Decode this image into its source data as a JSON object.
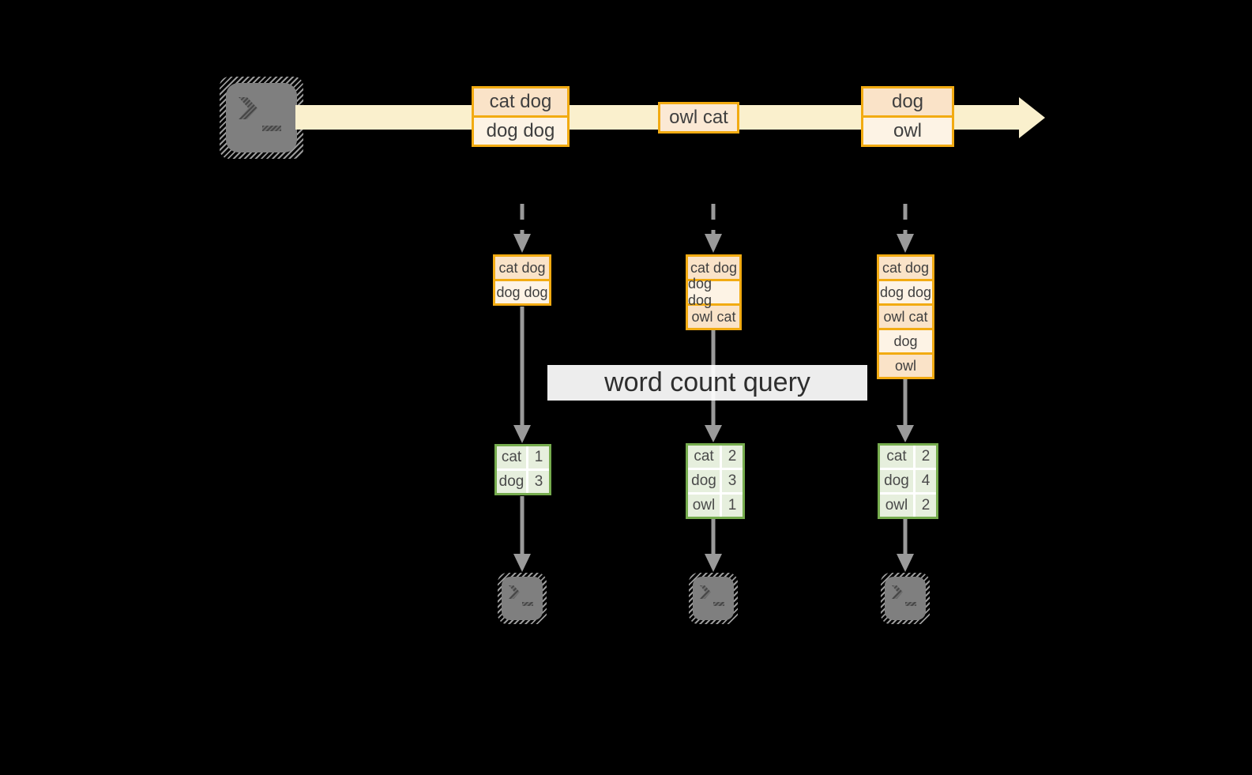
{
  "query_label": "word count query",
  "icons": {
    "source": "terminal-icon",
    "sink": "terminal-icon",
    "stream": "right-arrow",
    "flow": "down-arrow"
  },
  "colors": {
    "background": "#000000",
    "orange_border": "#F2AB12",
    "peach_fill": "#FAE3C8",
    "cream_fill": "#FDF3E5",
    "stream_band": "#FAF0CD",
    "green_border": "#76AC4E",
    "green_fill": "#E6EFDD",
    "connector_gray": "#9A9A9A",
    "text_dark": "#3F3F3F"
  },
  "stream": {
    "messages": [
      {
        "lines": [
          "cat dog",
          "dog dog"
        ]
      },
      {
        "lines": [
          "owl cat"
        ]
      },
      {
        "lines": [
          "dog",
          "owl"
        ]
      }
    ]
  },
  "columns": [
    {
      "buffer": [
        "cat dog",
        "dog dog"
      ],
      "counts": [
        {
          "word": "cat",
          "count": "1"
        },
        {
          "word": "dog",
          "count": "3"
        }
      ]
    },
    {
      "buffer": [
        "cat dog",
        "dog dog",
        "owl cat"
      ],
      "counts": [
        {
          "word": "cat",
          "count": "2"
        },
        {
          "word": "dog",
          "count": "3"
        },
        {
          "word": "owl",
          "count": "1"
        }
      ]
    },
    {
      "buffer": [
        "cat dog",
        "dog dog",
        "owl cat",
        "dog",
        "owl"
      ],
      "counts": [
        {
          "word": "cat",
          "count": "2"
        },
        {
          "word": "dog",
          "count": "4"
        },
        {
          "word": "owl",
          "count": "2"
        }
      ]
    }
  ]
}
